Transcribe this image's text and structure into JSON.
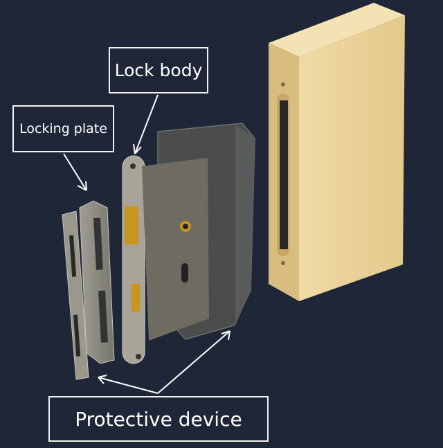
{
  "labels": {
    "lock_body": "Lock body",
    "locking_plate": "Locking plate",
    "protective_device": "Protective device"
  },
  "colors": {
    "background": "#1f2638",
    "wood": "#e9d29a",
    "metal": "#8c8b80",
    "brass": "#c8951e"
  }
}
